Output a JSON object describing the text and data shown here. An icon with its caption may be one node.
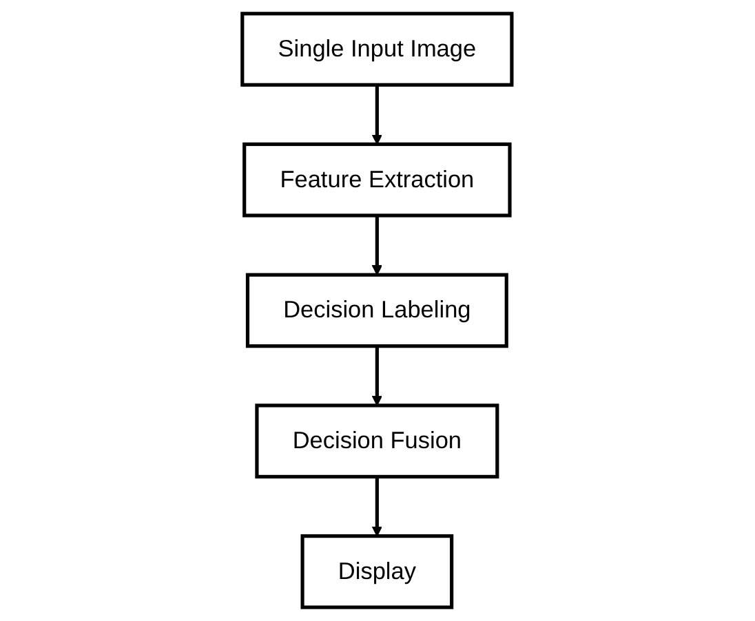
{
  "diagram": {
    "nodes": [
      {
        "text": [
          "Single Input Image"
        ]
      },
      {
        "text": [
          "Feature Extraction"
        ]
      },
      {
        "text": [
          "Decision Labeling"
        ]
      },
      {
        "text": [
          "Decision Fusion"
        ]
      },
      {
        "text": [
          "Display"
        ]
      }
    ],
    "edges": [
      {
        "from": 0,
        "to": 1,
        "arrow": "to"
      },
      {
        "from": 1,
        "to": 2,
        "arrow": "to"
      },
      {
        "from": 2,
        "to": 3,
        "arrow": "to"
      },
      {
        "from": 3,
        "to": 4,
        "arrow": "to"
      }
    ]
  }
}
